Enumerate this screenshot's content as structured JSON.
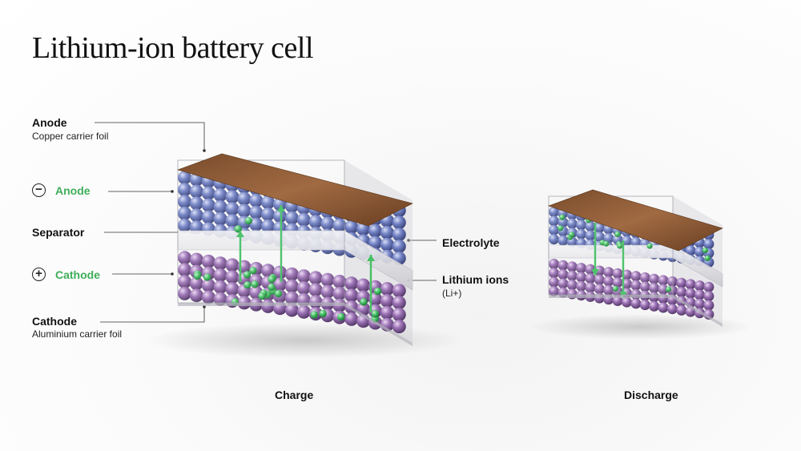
{
  "title": "Lithium-ion battery cell",
  "labels": {
    "anode_foil": {
      "title": "Anode",
      "sub": "Copper carrier foil"
    },
    "anode": {
      "sign": "−",
      "title": "Anode"
    },
    "separator": {
      "title": "Separator"
    },
    "cathode": {
      "sign": "+",
      "title": "Cathode"
    },
    "cathode_foil": {
      "title": "Cathode",
      "sub": "Aluminium carrier foil"
    },
    "electrolyte": {
      "title": "Electrolyte"
    },
    "lithium_ions": {
      "title": "Lithium ions",
      "sub": "(Li+)"
    }
  },
  "captions": {
    "charge": "Charge",
    "discharge": "Discharge"
  },
  "colors": {
    "anode_ball": "#6f7fc4",
    "cathode_ball": "#9a72b4",
    "ion": "#49c267",
    "foil": "#8a5a35",
    "label_green": "#3fae5a"
  }
}
